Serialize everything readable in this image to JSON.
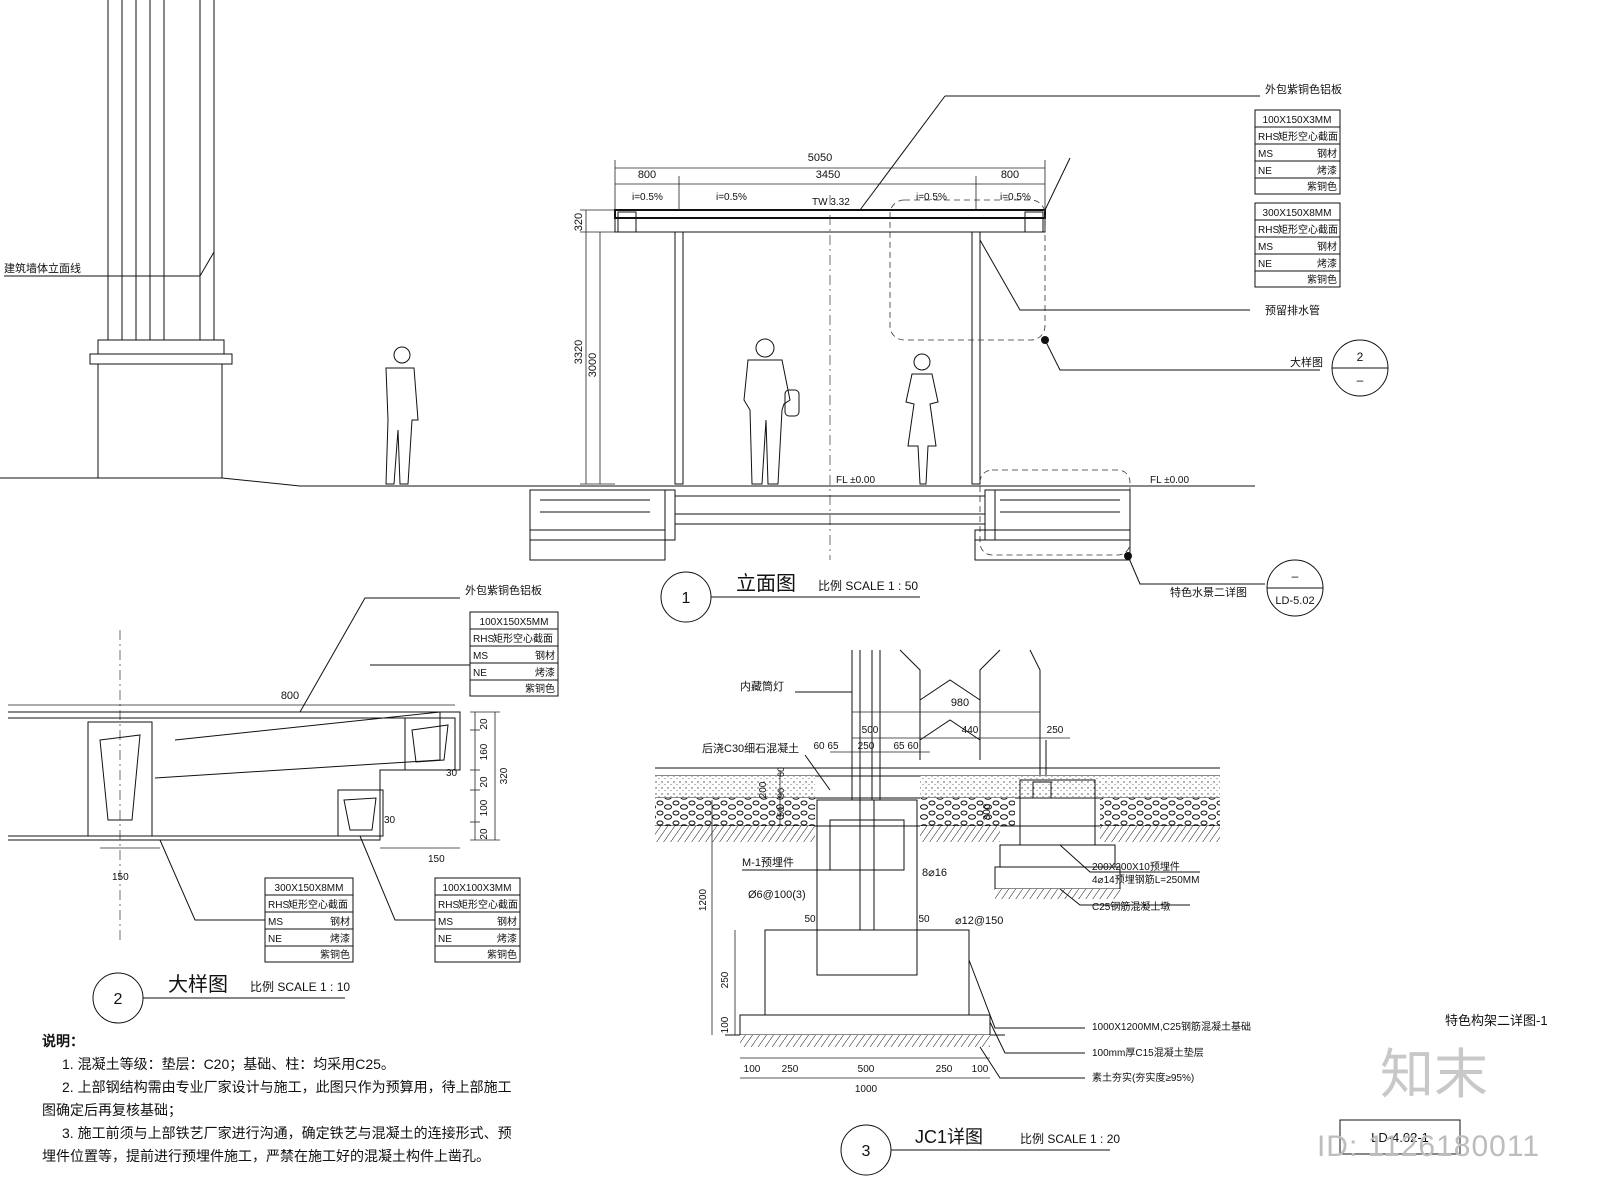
{
  "elevation": {
    "title": "立面图",
    "scale": "比例  SCALE 1 : 50",
    "number": "1",
    "dims": {
      "total": "5050",
      "left": "800",
      "mid": "3450",
      "right": "800",
      "h_top": "320",
      "h_total": "3320",
      "h_col": "3000"
    },
    "slopes": [
      "i=0.5%",
      "i=0.5%",
      "i=0.5%",
      "i=0.5%"
    ],
    "tw": "TW 3.32",
    "fl1": "FL ±0.00",
    "fl2": "FL ±0.00",
    "wall_line": "建筑墙体立面线",
    "callout_top": "外包紫铜色铝板",
    "drain": "预留排水管",
    "detail_ref_label": "大样图",
    "detail_ref_num": "2",
    "detail_ref_sheet": "–",
    "water_ref_label": "特色水景二详图",
    "water_ref_num": "–",
    "water_ref_sheet": "LD-5.02"
  },
  "spec_a": {
    "size": "100X150X3MM",
    "rhs": "RHS",
    "rhs_text": "矩形空心截面",
    "ms": "MS",
    "ms_text": "钢材",
    "ne": "NE",
    "ne_text": "烤漆",
    "color": "紫铜色"
  },
  "spec_b": {
    "size": "300X150X8MM",
    "rhs": "RHS",
    "rhs_text": "矩形空心截面",
    "ms": "MS",
    "ms_text": "钢材",
    "ne": "NE",
    "ne_text": "烤漆",
    "color": "紫铜色"
  },
  "detail": {
    "title": "大样图",
    "scale": "比例  SCALE 1 : 10",
    "number": "2",
    "callout": "外包紫铜色铝板",
    "dims": {
      "w800": "800",
      "d20a": "20",
      "d160": "160",
      "d20b": "20",
      "d100": "100",
      "d20c": "20",
      "d320": "320",
      "d30a": "30",
      "d30b": "30",
      "d150a": "150",
      "d150b": "150"
    },
    "spec_c": {
      "size": "100X150X5MM",
      "rhs": "RHS",
      "rhs_text": "矩形空心截面",
      "ms": "MS",
      "ms_text": "钢材",
      "ne": "NE",
      "ne_text": "烤漆",
      "color": "紫铜色"
    },
    "spec_d": {
      "size": "300X150X8MM",
      "rhs": "RHS",
      "rhs_text": "矩形空心截面",
      "ms": "MS",
      "ms_text": "钢材",
      "ne": "NE",
      "ne_text": "烤漆",
      "color": "紫铜色"
    },
    "spec_e": {
      "size": "100X100X3MM",
      "rhs": "RHS",
      "rhs_text": "矩形空心截面",
      "ms": "MS",
      "ms_text": "钢材",
      "ne": "NE",
      "ne_text": "烤漆",
      "color": "紫铜色"
    }
  },
  "jc1": {
    "title": "JC1详图",
    "scale": "比例  SCALE 1 : 20",
    "number": "3",
    "labels": {
      "light": "内藏筒灯",
      "concrete": "后浇C30细石混凝土",
      "m1": "M-1预埋件",
      "phi6": "Ø6@100(3)",
      "rebar8": "8⌀16",
      "rebar12": "⌀12@150",
      "embed": "200X200X10预埋件",
      "embed2": "4⌀14预埋钢筋L=250MM",
      "pier": "C25钢筋混凝土墩",
      "base": "1000X1200MM,C25钢筋混凝土基础",
      "pad": "100mm厚C15混凝土垫层",
      "soil": "素土夯实(夯实度≥95%)"
    },
    "dims": {
      "d980": "980",
      "d500t": "500",
      "d440": "440",
      "d250t": "250",
      "d6065": "60 65",
      "d250m": "250",
      "d6560": "65 60",
      "d200": "200",
      "d60": "60",
      "d90": "90",
      "d50": "50",
      "d300": "300",
      "d1200": "1200",
      "d50b": "50",
      "d50c": "50",
      "d250v": "250",
      "d100v": "100",
      "b100a": "100",
      "b250a": "250",
      "b500": "500",
      "b250b": "250",
      "b100b": "100",
      "b1000": "1000"
    }
  },
  "notes": {
    "heading": "说明：",
    "items": [
      "1. 混凝土等级：垫层：C20；基础、柱：均采用C25。",
      "2. 上部钢结构需由专业厂家设计与施工，此图只作为预算用，待上部施工",
      "图确定后再复核基础；",
      "3. 施工前须与上部铁艺厂家进行沟通，确定铁艺与混凝土的连接形式、预",
      "埋件位置等，提前进行预埋件施工，严禁在施工好的混凝土构件上凿孔。"
    ]
  },
  "sheet_title": "特色构架二详图-1",
  "sheet_no": "LD-4.02-1",
  "logo": "知末",
  "watermark_id": "ID: 1126180011"
}
